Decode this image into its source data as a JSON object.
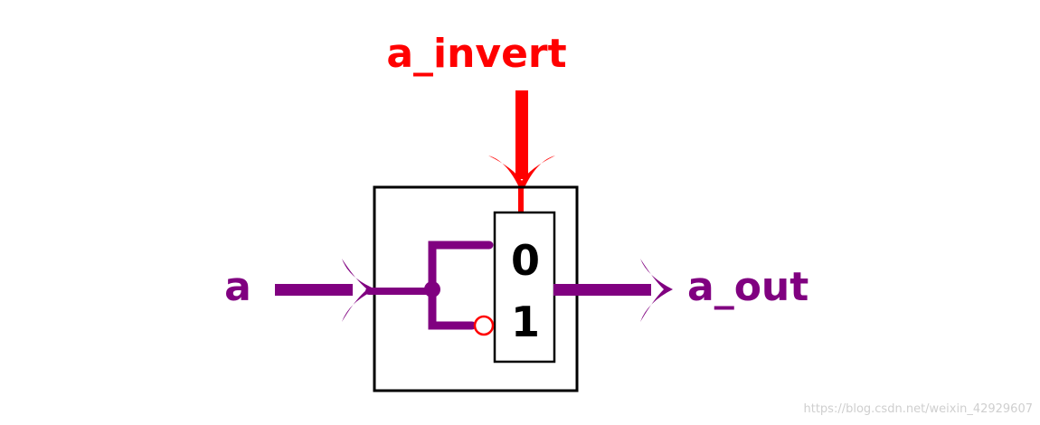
{
  "labels": {
    "control": "a_invert",
    "input": "a",
    "output": "a_out",
    "mux_in_0": "0",
    "mux_in_1": "1"
  },
  "watermark": "https://blog.csdn.net/weixin_42929607",
  "colors": {
    "control": "#ff0000",
    "signal": "#800080",
    "outline": "#000000",
    "background": "#ffffff"
  }
}
